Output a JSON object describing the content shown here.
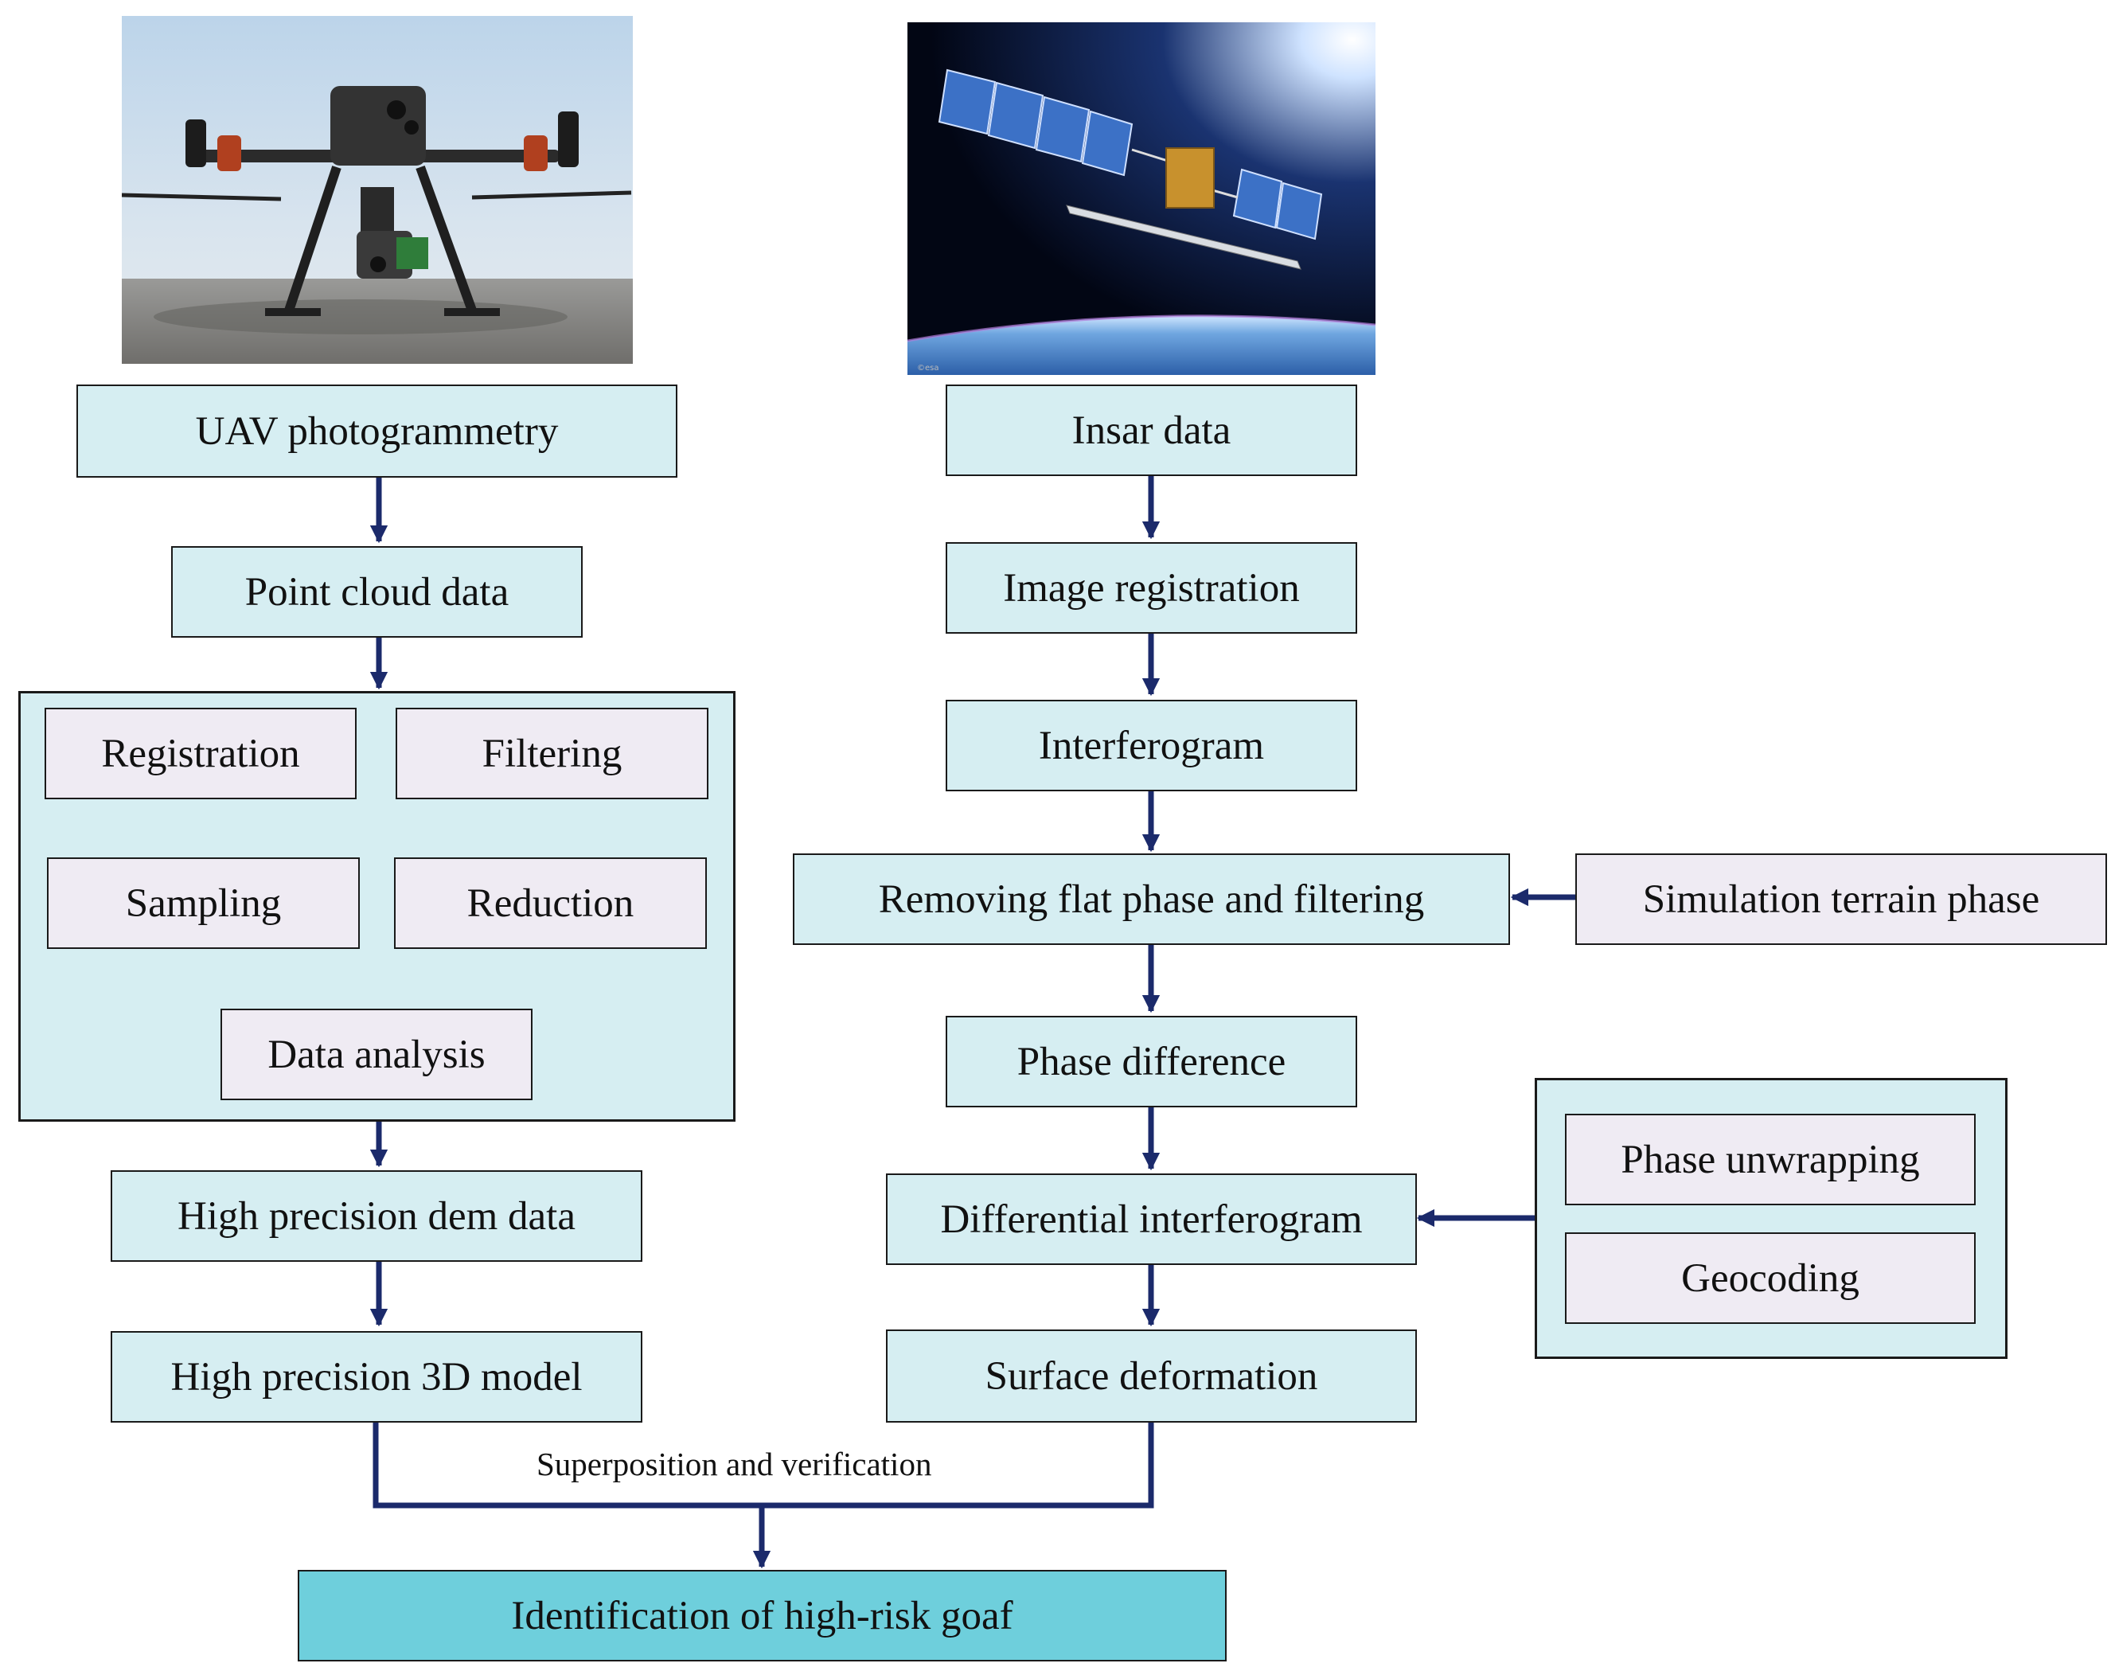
{
  "left_branch": {
    "uav": "UAV photogrammetry",
    "point_cloud": "Point cloud data",
    "processing": [
      "Registration",
      "Filtering",
      "Sampling",
      "Reduction",
      "Data analysis"
    ],
    "dem": "High precision dem data",
    "model": "High precision 3D model"
  },
  "right_branch": {
    "insar": "Insar data",
    "registration": "Image registration",
    "interferogram": "Interferogram",
    "flat_phase": "Removing flat phase and filtering",
    "terrain": "Simulation terrain phase",
    "phase_diff": "Phase difference",
    "diff_interferogram": "Differential interferogram",
    "unwrap_group": [
      "Phase unwrapping",
      "Geocoding"
    ],
    "deformation": "Surface deformation"
  },
  "merge_label": "Superposition and verification",
  "result": "Identification of high-risk goaf",
  "colors": {
    "arrow": "#1b2a6b",
    "box_fill": "#d6eef2",
    "sub_box_fill": "#efebf3",
    "result_fill": "#6ecfdc"
  }
}
